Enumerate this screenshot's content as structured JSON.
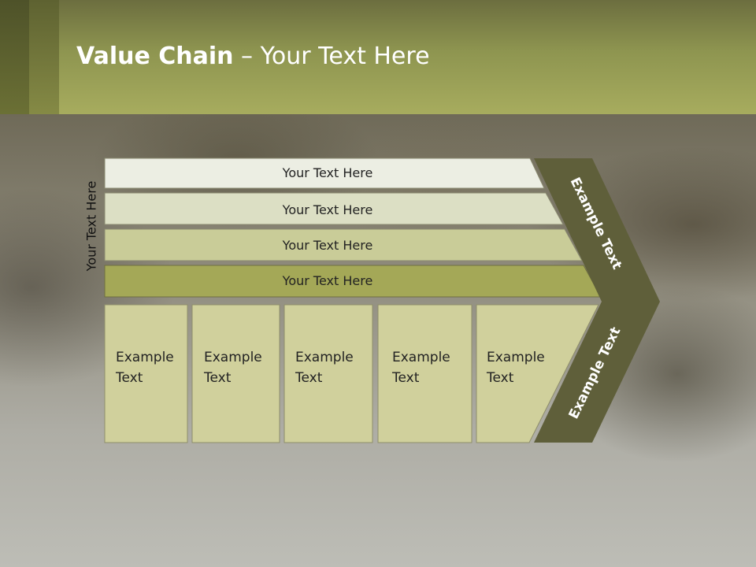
{
  "header": {
    "title_bold": "Value Chain",
    "title_rest": " – Your Text Here"
  },
  "side_label": "Your Text Here",
  "bars": [
    {
      "label": "Your Text Here",
      "color": "#eceee3"
    },
    {
      "label": "Your Text Here",
      "color": "#dcdfc4"
    },
    {
      "label": "Your Text Here",
      "color": "#c9cc98"
    },
    {
      "label": "Your Text Here",
      "color": "#a4a857"
    }
  ],
  "columns": [
    {
      "line1": "Example",
      "line2": "Text"
    },
    {
      "line1": "Example",
      "line2": "Text"
    },
    {
      "line1": "Example",
      "line2": "Text"
    },
    {
      "line1": "Example",
      "line2": "Text"
    },
    {
      "line1": "Example",
      "line2": "Text"
    }
  ],
  "arrow": {
    "top_label": "Example Text",
    "bottom_label": "Example Text",
    "color": "#5f5f3a"
  },
  "colors": {
    "column_fill": "#d0d09c",
    "column_stroke": "#8e8e6a"
  }
}
